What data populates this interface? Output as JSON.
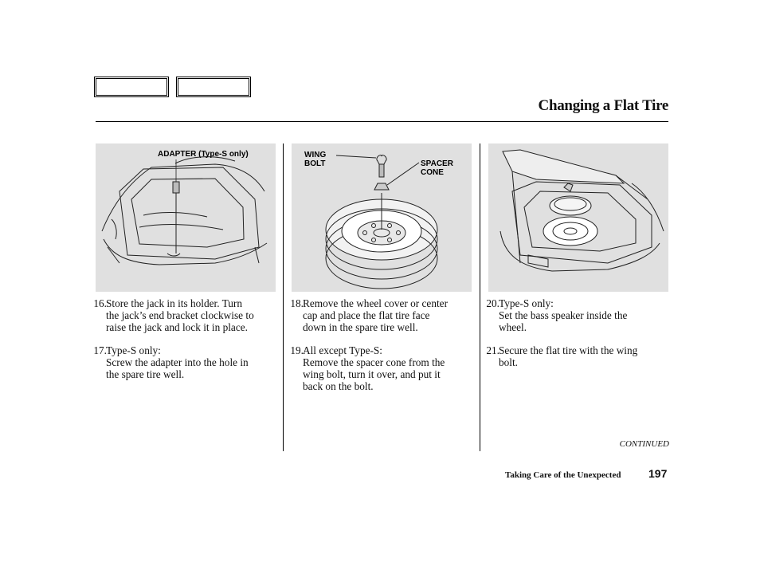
{
  "header": {
    "title": "Changing a Flat Tire",
    "nav_buttons": [
      "",
      ""
    ]
  },
  "figures": {
    "left": {
      "label": "ADAPTER (Type-S only)"
    },
    "middle": {
      "label_wing": "WING\nBOLT",
      "label_spacer": "SPACER\nCONE"
    },
    "right": {}
  },
  "steps": [
    {
      "num": "16.",
      "lines": [
        "Store the jack in its holder. Turn",
        "the jack’s end bracket clockwise to",
        "raise the jack and lock it in place."
      ]
    },
    {
      "num": "17.",
      "lines": [
        "Type-S only:",
        "Screw the adapter into the hole in",
        "the spare tire well."
      ]
    },
    {
      "num": "18.",
      "lines": [
        "Remove the wheel cover or center",
        "cap and place the flat tire face",
        "down in the spare tire well."
      ]
    },
    {
      "num": "19.",
      "lines": [
        "All except Type-S:",
        "Remove the spacer cone from the",
        "wing bolt, turn it over, and put it",
        "back on the bolt."
      ]
    },
    {
      "num": "20.",
      "lines": [
        "Type-S only:",
        "Set the bass speaker inside the",
        "wheel."
      ]
    },
    {
      "num": "21.",
      "lines": [
        "Secure the flat tire with the wing",
        "bolt."
      ]
    }
  ],
  "footer": {
    "continued": "CONTINUED",
    "section": "Taking Care of the Unexpected",
    "page": "197"
  }
}
